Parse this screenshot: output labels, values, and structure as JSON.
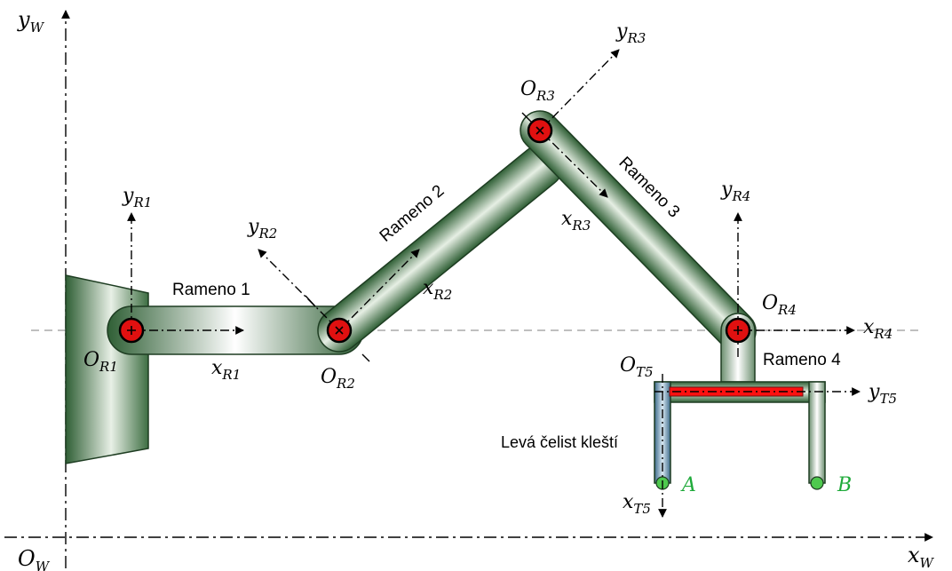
{
  "world": {
    "x_axis": {
      "base": "x",
      "sub": "W"
    },
    "y_axis": {
      "base": "y",
      "sub": "W"
    },
    "origin": {
      "base": "O",
      "sub": "W"
    }
  },
  "frames": {
    "R1": {
      "origin": {
        "base": "O",
        "sub": "R1"
      },
      "x": {
        "base": "x",
        "sub": "R1"
      },
      "y": {
        "base": "y",
        "sub": "R1"
      }
    },
    "R2": {
      "origin": {
        "base": "O",
        "sub": "R2"
      },
      "x": {
        "base": "x",
        "sub": "R2"
      },
      "y": {
        "base": "y",
        "sub": "R2"
      }
    },
    "R3": {
      "origin": {
        "base": "O",
        "sub": "R3"
      },
      "x": {
        "base": "x",
        "sub": "R3"
      },
      "y": {
        "base": "y",
        "sub": "R3"
      }
    },
    "R4": {
      "origin": {
        "base": "O",
        "sub": "R4"
      },
      "x": {
        "base": "x",
        "sub": "R4"
      },
      "y": {
        "base": "y",
        "sub": "R4"
      }
    },
    "T5": {
      "origin": {
        "base": "O",
        "sub": "T5"
      },
      "x": {
        "base": "x",
        "sub": "T5"
      },
      "y": {
        "base": "y",
        "sub": "T5"
      }
    }
  },
  "links": {
    "arm1": "Rameno 1",
    "arm2": "Rameno 2",
    "arm3": "Rameno 3",
    "arm4": "Rameno 4",
    "left_jaw": "Levá čelist kleští"
  },
  "points": {
    "A": "A",
    "B": "B"
  },
  "colors": {
    "link_dark": "#2f5f35",
    "link_light": "#ffffff",
    "joint_red": "#e01010",
    "tip_green": "#4ec94e",
    "rail_red": "#ff1010",
    "jaw_blue": "#6a9ab8",
    "guide_gray": "#aaaaaa"
  }
}
